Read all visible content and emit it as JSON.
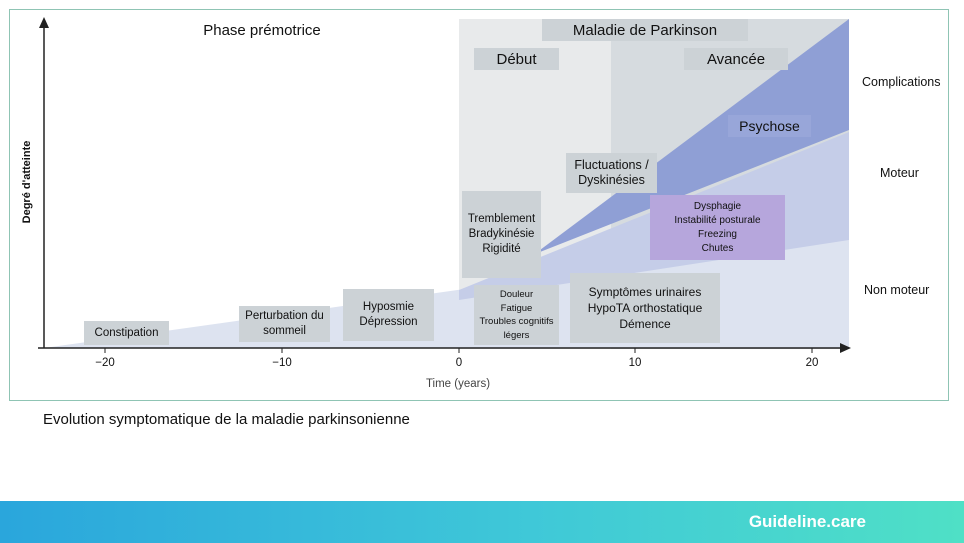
{
  "header": {
    "prodromal": "Phase prémotrice",
    "disease": "Maladie de Parkinson",
    "early": "Début",
    "advanced": "Avancée"
  },
  "axes": {
    "ylabel": "Degré d'atteinte",
    "xlabel": "Time (years)",
    "xticks": [
      "−20",
      "−10",
      "0",
      "10",
      "20"
    ]
  },
  "categories": {
    "complications": "Complications",
    "motor": "Moteur",
    "non_motor": "Non moteur"
  },
  "symptoms": {
    "constipation": "Constipation",
    "sleep": "Perturbation du sommeil",
    "hyposmia": "Hyposmie\nDépression",
    "motor_early": "Tremblement\nBradykinésie\nRigidité",
    "nonmotor_early": "Douleur\nFatigue\nTroubles cognitifs légers",
    "fluctuations": "Fluctuations /\nDyskinésies",
    "psychosis": "Psychose",
    "axial": "Dysphagie\nInstabilité posturale\nFreezing\nChutes",
    "autonomic": "Symptômes urinaires\nHypoTA orthostatique\nDémence"
  },
  "caption": "Evolution symptomatique de la maladie parkinsonienne",
  "footer": {
    "brand": "Guideline.care"
  },
  "colors": {
    "frame": "#8fc4b4",
    "early_phase": "#e8eaeb",
    "advanced_phase": "#d6dbdf",
    "non_motor_band": "#dde3f0",
    "motor_band": "#c5cde8",
    "complications_band": "#8f9fd5",
    "label_box": "#ccd2d6",
    "axial_box": "#b6a6dc"
  }
}
